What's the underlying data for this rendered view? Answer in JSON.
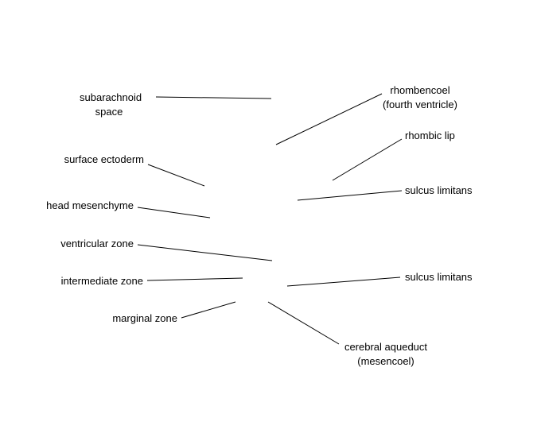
{
  "labels": {
    "subarachnoid_space": [
      "subarachnoid",
      "space"
    ],
    "surface_ectoderm": "surface ectoderm",
    "head_mesenchyme": "head mesenchyme",
    "ventricular_zone": "ventricular zone",
    "intermediate_zone": "intermediate zone",
    "marginal_zone": "marginal zone",
    "rhombencoel": [
      "rhombencoel",
      "(fourth ventricle)"
    ],
    "rhombic_lip": "rhombic lip",
    "sulcus_limitans_upper": "sulcus limitans",
    "sulcus_limitans_lower": "sulcus limitans",
    "cerebral_aqueduct": [
      "cerebral aqueduct",
      "(mesencoel)"
    ]
  },
  "colors": {
    "line": "#000000",
    "text": "#000000",
    "background": "#ffffff"
  }
}
